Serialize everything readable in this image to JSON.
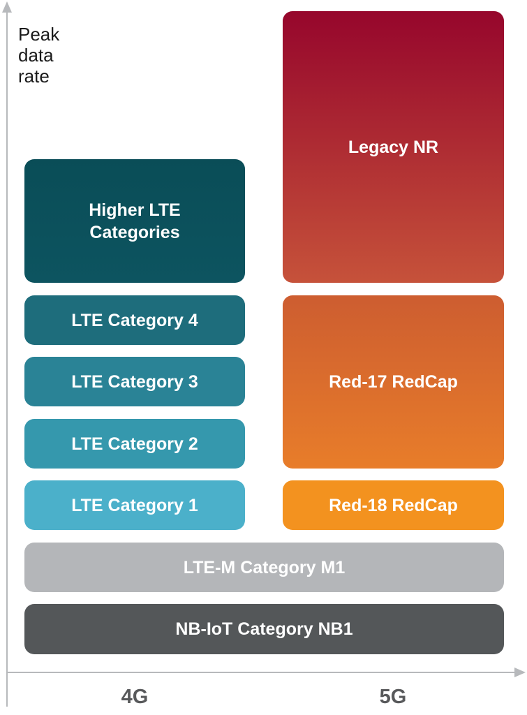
{
  "y_axis": {
    "label_lines": [
      "Peak",
      "data",
      "rate"
    ]
  },
  "x_axis": {
    "labels": [
      "4G",
      "5G"
    ]
  },
  "boxes_4g": [
    {
      "label": "Higher LTE Categories",
      "color_top": "#0a4d57",
      "color_bottom": "#0d5460"
    },
    {
      "label": "LTE Category 4",
      "color": "#1e6d7c"
    },
    {
      "label": "LTE Category 3",
      "color": "#2a8396"
    },
    {
      "label": "LTE Category 2",
      "color": "#3598ad"
    },
    {
      "label": "LTE Category 1",
      "color": "#4bb0ca"
    }
  ],
  "boxes_5g": [
    {
      "label": "Legacy NR",
      "color_top": "#96062c",
      "color_bottom": "#c6523a"
    },
    {
      "label": "Red-17 RedCap",
      "color_top": "#cd5d30",
      "color_bottom": "#e87d2a"
    },
    {
      "label": "Red-18 RedCap",
      "color": "#f3921f"
    }
  ],
  "boxes_shared": [
    {
      "label": "LTE-M Category M1",
      "color": "#b4b6b9"
    },
    {
      "label": "NB-IoT Category NB1",
      "color": "#545759"
    }
  ]
}
